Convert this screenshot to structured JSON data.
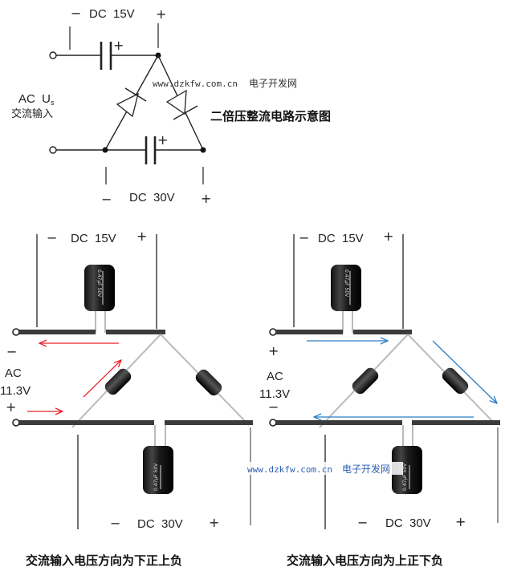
{
  "schematic": {
    "title": "二倍压整流电路示意图",
    "top_label": {
      "minus": "−",
      "text": "DC  15V",
      "plus": "+"
    },
    "bottom_label": {
      "minus": "−",
      "text": "DC  30V",
      "plus": "+"
    },
    "input_label_line1": "AC  U",
    "input_label_sub": "s",
    "input_label_line2": "交流输入",
    "cap_plus": "+"
  },
  "watermark": {
    "url": "www.dzkfw.com.cn",
    "name": "电子开发网"
  },
  "left_diagram": {
    "top_label": {
      "minus": "−",
      "text": "DC  15V",
      "plus": "+"
    },
    "bottom_label": {
      "minus": "−",
      "text": "DC  30V",
      "plus": "+"
    },
    "ac_label": "AC",
    "ac_voltage": "11.3V",
    "top_polarity": "−",
    "bottom_polarity": "+",
    "cap_top_text": "0.47μF 50V",
    "cap_bottom_text": "0.47μF 50V",
    "arrow_color": "#e8232a",
    "caption": "交流输入电压方向为下正上负"
  },
  "right_diagram": {
    "top_label": {
      "minus": "−",
      "text": "DC  15V",
      "plus": "+"
    },
    "bottom_label": {
      "minus": "−",
      "text": "DC  30V",
      "plus": "+"
    },
    "ac_label": "AC",
    "ac_voltage": "11.3V",
    "top_polarity": "+",
    "bottom_polarity": "−",
    "cap_top_text": "0.47μF 50V",
    "cap_bottom_text": "0.47μF 50V",
    "arrow_color": "#2b7fc6",
    "caption": "交流输入电压方向为上正下负"
  }
}
